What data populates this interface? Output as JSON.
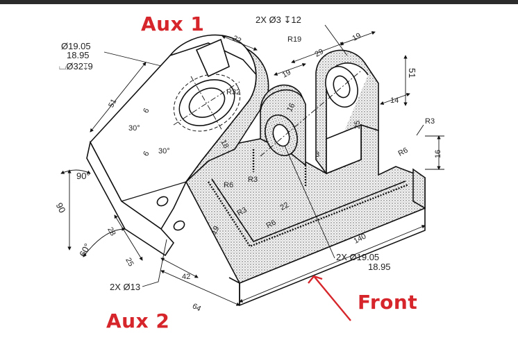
{
  "labels": {
    "aux1": "Aux 1",
    "aux2": "Aux 2",
    "front": "Front"
  },
  "dimensions": {
    "holes_top": "2X Ø3 ↧12",
    "bore_upper": "Ø19.05",
    "bore_lower": "18.95",
    "counterbore": "⌴Ø32↧9",
    "d22": "22",
    "r19": "R19",
    "d29": "29",
    "d19_top_right": "19",
    "d19_mid": "19",
    "r32": "R32",
    "d51": "51",
    "d6_a": "6",
    "d6_b": "6",
    "a30_a": "30°",
    "a30_b": "30°",
    "a90": "90°",
    "d90": "90",
    "a60": "60°",
    "d28": "28",
    "d25_left": "25",
    "d18": "18",
    "d16": "16",
    "d25_right": "25",
    "d51_right": "51",
    "d14": "14",
    "r3_right": "R3",
    "r6_right": "R6",
    "d16_right": "16",
    "d3": "3",
    "r6_a": "R6",
    "r3_a": "R3",
    "d22_mid": "22",
    "r3_b": "R3",
    "r6_b": "R6",
    "d19_low": "19",
    "d140": "140",
    "bore2_upper": "2X Ø19.05",
    "bore2_lower": "18.95",
    "d42": "42",
    "holes_low": "2X Ø13",
    "d64": "64"
  }
}
